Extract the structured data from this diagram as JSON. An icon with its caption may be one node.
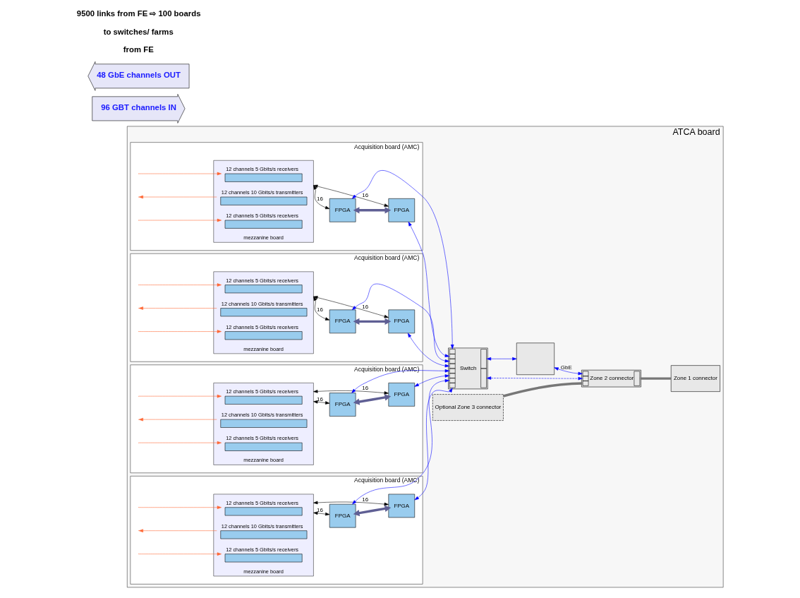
{
  "diagram": {
    "nodes": [
      {
        "text": [
          "ATCA board"
        ]
      },
      {
        "text": [
          "Acquisition board (AMC)"
        ],
        "in": 0
      },
      {
        "text": [
          "mezzanine board"
        ],
        "in": 1
      },
      {
        "text": [
          "12 channels 5 Gbits/s receivers"
        ],
        "in": 2
      },
      {
        "text": [
          "12 channels 10 Gbits/s transmitters"
        ],
        "in": 2
      },
      {
        "text": [
          "12 channels 5 Gbits/s receivers"
        ],
        "in": 2
      },
      {
        "text": [
          "FPGA"
        ],
        "in": 1
      },
      {
        "text": [
          "FPGA"
        ],
        "in": 1
      },
      {
        "text": [
          "Acquisition board (AMC)"
        ],
        "in": 0
      },
      {
        "text": [
          "mezzanine board"
        ],
        "in": 8
      },
      {
        "text": [
          "12 channels 5 Gbits/s receivers"
        ],
        "in": 9
      },
      {
        "text": [
          "12 channels 10 Gbits/s transmitters"
        ],
        "in": 9
      },
      {
        "text": [
          "12 channels 5 Gbits/s receivers"
        ],
        "in": 9
      },
      {
        "text": [
          "FPGA"
        ],
        "in": 8
      },
      {
        "text": [
          "FPGA"
        ],
        "in": 8
      },
      {
        "text": [
          "Acquisition board (AMC)"
        ],
        "in": 0
      },
      {
        "text": [
          "mezzanine board"
        ],
        "in": 15
      },
      {
        "text": [
          "12 channels 5 Gbits/s receivers"
        ],
        "in": 16
      },
      {
        "text": [
          "12 channels 10 Gbits/s transmitters"
        ],
        "in": 16
      },
      {
        "text": [
          "12 channels 5 Gbits/s receivers"
        ],
        "in": 16
      },
      {
        "text": [
          "FPGA"
        ],
        "in": 15
      },
      {
        "text": [
          "FPGA"
        ],
        "in": 15
      },
      {
        "text": [
          "Acquisition board (AMC)"
        ],
        "in": 0
      },
      {
        "text": [
          "mezzanine board"
        ],
        "in": 22
      },
      {
        "text": [
          "12 channels 5 Gbits/s receivers"
        ],
        "in": 23
      },
      {
        "text": [
          "12 channels 10 Gbits/s transmitters"
        ],
        "in": 23
      },
      {
        "text": [
          "12 channels 5 Gbits/s receivers"
        ],
        "in": 23
      },
      {
        "text": [
          "FPGA"
        ],
        "in": 22
      },
      {
        "text": [
          "FPGA"
        ],
        "in": 22
      },
      {
        "text": [],
        "shape": "box",
        "in": 0
      },
      {
        "text": [
          "Optional Zone 3 connector"
        ],
        "in": 0
      },
      {
        "text": [
          "Switch"
        ],
        "in": 0
      },
      {
        "text": [
          "Zone 2 connector"
        ],
        "in": 0
      },
      {
        "text": [
          "Zone 1 connector"
        ],
        "in": 0
      },
      {
        "text": [
          "96 GBT channels IN"
        ]
      },
      {
        "text": [
          "48 GbE channels OUT"
        ]
      }
    ],
    "edges": [
      {
        "from": null,
        "to": 3,
        "arrow": "to",
        "color": "#ff6633"
      },
      {
        "from": 4,
        "to": null,
        "arrow": "to",
        "color": "#ff6633"
      },
      {
        "from": null,
        "to": 5,
        "arrow": "to",
        "color": "#ff6633"
      },
      {
        "from": 2,
        "to": 6,
        "arrow": "both",
        "label": "16",
        "color": "#000000"
      },
      {
        "from": 2,
        "to": 7,
        "arrow": "both",
        "label": "16",
        "color": "#000000"
      },
      {
        "from": 6,
        "to": 7,
        "arrow": "both",
        "style": "thick",
        "color": "#5f5f94"
      },
      {
        "from": 6,
        "to": 31,
        "arrow": "both",
        "color": "#0000ff"
      },
      {
        "from": 7,
        "to": 31,
        "arrow": "both",
        "color": "#0000ff"
      },
      {
        "from": null,
        "to": 10,
        "arrow": "to",
        "color": "#ff6633"
      },
      {
        "from": 11,
        "to": null,
        "arrow": "to",
        "color": "#ff6633"
      },
      {
        "from": null,
        "to": 12,
        "arrow": "to",
        "color": "#ff6633"
      },
      {
        "from": 9,
        "to": 13,
        "arrow": "both",
        "label": "16",
        "color": "#000000"
      },
      {
        "from": 9,
        "to": 14,
        "arrow": "both",
        "label": "16",
        "color": "#000000"
      },
      {
        "from": 13,
        "to": 14,
        "arrow": "both",
        "style": "thick",
        "color": "#5f5f94"
      },
      {
        "from": 13,
        "to": 31,
        "arrow": "both",
        "color": "#0000ff"
      },
      {
        "from": 14,
        "to": 31,
        "arrow": "both",
        "color": "#0000ff"
      },
      {
        "from": null,
        "to": 17,
        "arrow": "to",
        "color": "#ff6633"
      },
      {
        "from": 18,
        "to": null,
        "arrow": "to",
        "color": "#ff6633"
      },
      {
        "from": null,
        "to": 19,
        "arrow": "to",
        "color": "#ff6633"
      },
      {
        "from": 16,
        "to": 20,
        "arrow": "both",
        "label": "16",
        "color": "#000000"
      },
      {
        "from": 16,
        "to": 21,
        "arrow": "both",
        "label": "16",
        "color": "#000000"
      },
      {
        "from": 20,
        "to": 21,
        "arrow": "both",
        "style": "thick",
        "color": "#5f5f94"
      },
      {
        "from": 20,
        "to": 31,
        "arrow": "both",
        "color": "#0000ff"
      },
      {
        "from": 21,
        "to": 31,
        "arrow": "both",
        "color": "#0000ff"
      },
      {
        "from": null,
        "to": 24,
        "arrow": "to",
        "color": "#ff6633"
      },
      {
        "from": 25,
        "to": null,
        "arrow": "to",
        "color": "#ff6633"
      },
      {
        "from": null,
        "to": 26,
        "arrow": "to",
        "color": "#ff6633"
      },
      {
        "from": 23,
        "to": 27,
        "arrow": "both",
        "label": "16",
        "color": "#000000"
      },
      {
        "from": 23,
        "to": 28,
        "arrow": "both",
        "label": "16",
        "color": "#000000"
      },
      {
        "from": 27,
        "to": 28,
        "arrow": "both",
        "style": "thick",
        "color": "#5f5f94"
      },
      {
        "from": 27,
        "to": 31,
        "arrow": "both",
        "color": "#0000ff"
      },
      {
        "from": 28,
        "to": 31,
        "arrow": "both",
        "color": "#0000ff"
      },
      {
        "from": 31,
        "to": 29,
        "arrow": "both",
        "color": "#0000ff"
      },
      {
        "from": 29,
        "to": 32,
        "arrow": "both",
        "label": "GbE",
        "color": "#0000ff"
      },
      {
        "from": 31,
        "to": 32,
        "arrow": "both",
        "style": "dashed",
        "color": "#0000ff"
      },
      {
        "from": 30,
        "to": 32,
        "arrow": "none",
        "style": "thick",
        "color": "#777777"
      },
      {
        "from": 32,
        "to": 33,
        "arrow": "none",
        "style": "thick",
        "color": "#777777"
      }
    ],
    "labels": [
      "from FE",
      "to switches/ farms",
      "9500 links from FE ⇨ 100 boards"
    ]
  }
}
